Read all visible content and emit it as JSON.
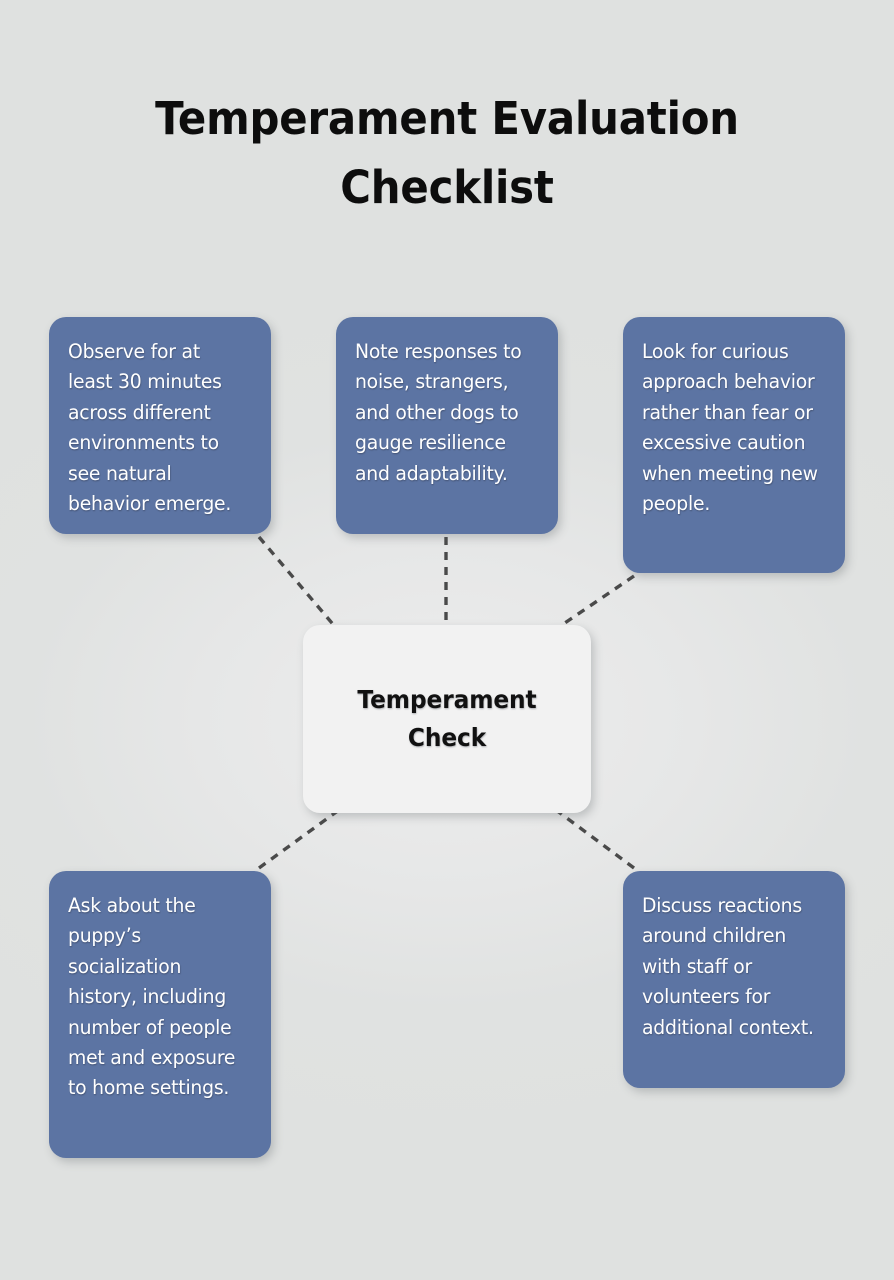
{
  "title": "Temperament Evaluation Checklist",
  "theme": {
    "background": "#e1e3e2",
    "leaf_card_color": "#5c74a3",
    "hub_card_color": "#f2f2f2",
    "leaf_text_color": "#ffffff",
    "hub_text_color": "#111111",
    "connector_color": "#4a4a4a",
    "title_color": "#0d0d0d"
  },
  "hub": {
    "label": "Temperament Check"
  },
  "nodes": [
    {
      "id": "observe-duration",
      "position": "top-left",
      "text": "Observe for at least 30 minutes across different environments to see natural behavior emerge."
    },
    {
      "id": "note-responses",
      "position": "top-center",
      "text": "Note responses to noise, strangers, and other dogs to gauge resilience and adaptability."
    },
    {
      "id": "curious-approach",
      "position": "top-right",
      "text": "Look for curious approach behavior rather than fear or excessive caution when meeting new people."
    },
    {
      "id": "socialization-history",
      "position": "bottom-left",
      "text": "Ask about the puppy’s socialization history, including number of people met and exposure to home settings."
    },
    {
      "id": "children-reactions",
      "position": "bottom-right",
      "text": "Discuss reactions around children with staff or volunteers for additional context."
    }
  ]
}
